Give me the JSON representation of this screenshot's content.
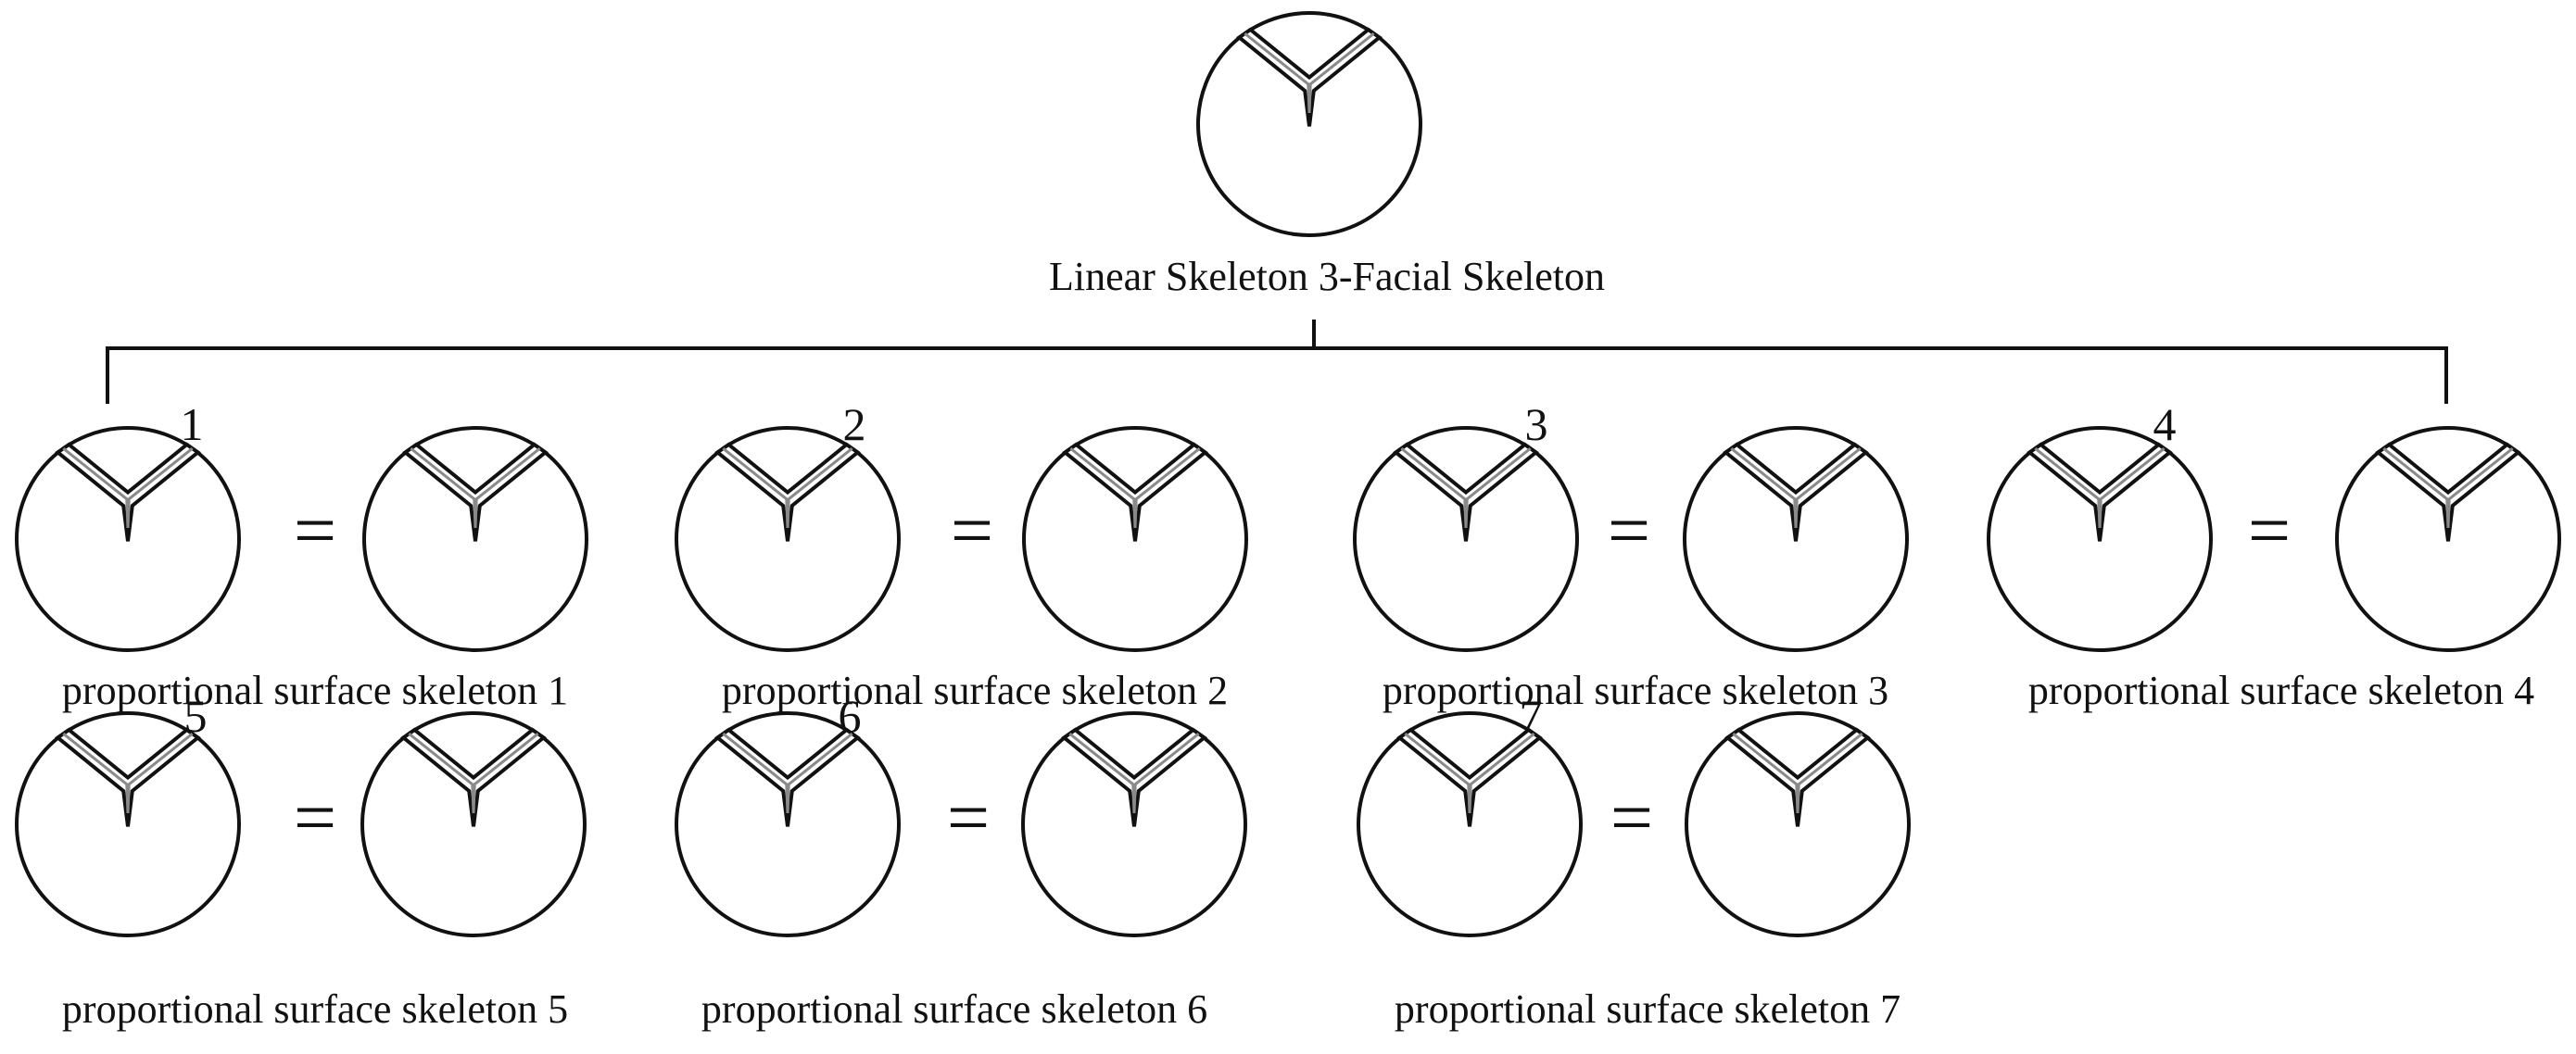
{
  "root": {
    "title": "Linear Skeleton 3-Facial Skeleton"
  },
  "equals_sign": "=",
  "groups": [
    {
      "number": "1",
      "caption": "proportional surface skeleton 1"
    },
    {
      "number": "2",
      "caption": "proportional surface skeleton 2"
    },
    {
      "number": "3",
      "caption": "proportional surface skeleton 3"
    },
    {
      "number": "4",
      "caption": "proportional surface skeleton 4"
    },
    {
      "number": "5",
      "caption": "proportional surface skeleton 5"
    },
    {
      "number": "6",
      "caption": "proportional surface skeleton 6"
    },
    {
      "number": "7",
      "caption": "proportional surface skeleton 7"
    }
  ]
}
